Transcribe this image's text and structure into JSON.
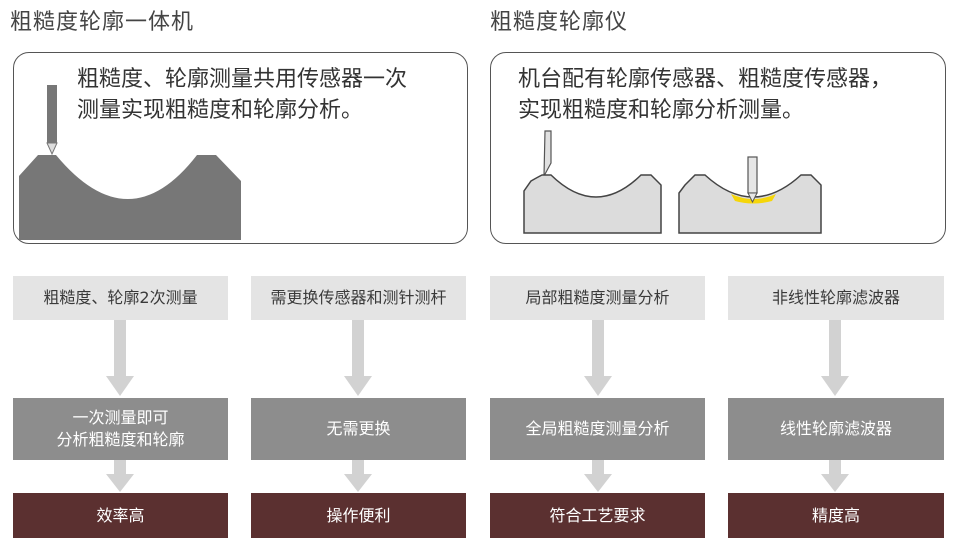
{
  "left": {
    "title": "粗糙度轮廓一体机",
    "description": [
      "粗糙度、轮廓测量共用传感器一次",
      "测量实现粗糙度和轮廓分析。"
    ],
    "columns": [
      {
        "feature": "粗糙度、轮廓2次测量",
        "solution": [
          "一次测量即可",
          "分析粗糙度和轮廓"
        ],
        "benefit": "效率高"
      },
      {
        "feature": "需更换传感器和测针测杆",
        "solution": [
          "无需更换"
        ],
        "benefit": "操作便利"
      }
    ]
  },
  "right": {
    "title": "粗糙度轮廓仪",
    "description": [
      "机台配有轮廓传感器、粗糙度传感器，",
      "实现粗糙度和轮廓分析测量。"
    ],
    "columns": [
      {
        "feature": "局部粗糙度测量分析",
        "solution": [
          "全局粗糙度测量分析"
        ],
        "benefit": "符合工艺要求"
      },
      {
        "feature": "非线性轮廓滤波器",
        "solution": [
          "线性轮廓滤波器"
        ],
        "benefit": "精度高"
      }
    ]
  },
  "colors": {
    "feature_box": "#e4e4e4",
    "solution_box": "#8d8d8d",
    "benefit_box": "#5b3030",
    "arrow": "#d2d2d2",
    "workpiece_dark": "#777777",
    "workpiece_light": "#dcdcdc",
    "highlight": "#f5d60a"
  }
}
